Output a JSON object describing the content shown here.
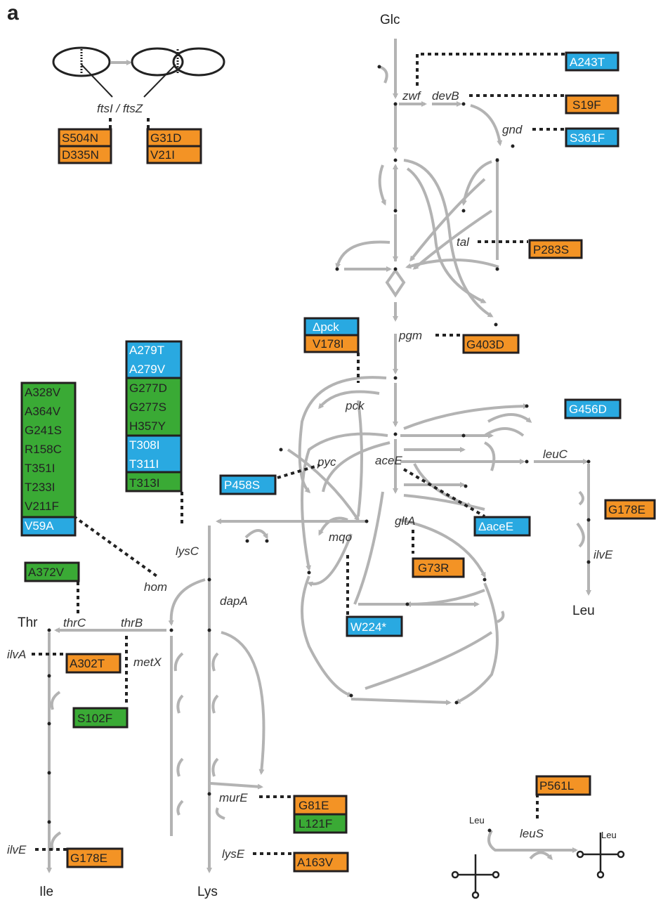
{
  "panel_label": "a",
  "colors": {
    "orange": "#f39325",
    "blue": "#29a9e1",
    "green": "#3aaa35",
    "pathway_gray": "#b3b3b3",
    "outline": "#231f20"
  },
  "metabolites": {
    "glc": "Glc",
    "thr": "Thr",
    "ile": "Ile",
    "lys": "Lys",
    "leu": "Leu",
    "trna_leu_1": "Leu",
    "trna_leu_2": "Leu"
  },
  "genes": {
    "ftsi_ftsz": "ftsI / ftsZ",
    "zwf": "zwf",
    "devb": "devB",
    "gnd": "gnd",
    "tal": "tal",
    "pgm": "pgm",
    "pck": "pck",
    "pyc": "pyc",
    "acee": "aceE",
    "leuc": "leuC",
    "glta": "gltA",
    "ilve_right": "ilvE",
    "mqo": "mqo",
    "lysc": "lysC",
    "hom": "hom",
    "dapa": "dapA",
    "thrc": "thrC",
    "thrb": "thrB",
    "ilva": "ilvA",
    "metx": "metX",
    "mure": "murE",
    "lyse": "lysE",
    "ilve_left": "ilvE",
    "leus": "leuS"
  },
  "mutations": {
    "ftsI": [
      "S504N",
      "D335N"
    ],
    "ftsZ": [
      "G31D",
      "V21I"
    ],
    "zwf": [
      "A243T"
    ],
    "devB": [
      "S19F"
    ],
    "gnd": [
      "S361F"
    ],
    "tal": [
      "P283S"
    ],
    "pgm": [
      "G403D"
    ],
    "pck": [
      "Δpck",
      "V178I"
    ],
    "lysC": [
      "A279T",
      "A279V",
      "G277D",
      "G277S",
      "H357Y",
      "T308I",
      "T311I",
      "T313I"
    ],
    "hom": [
      "A328V",
      "A364V",
      "G241S",
      "R158C",
      "T351I",
      "T233I",
      "V211F",
      "V59A"
    ],
    "pyc": [
      "P458S"
    ],
    "aceE": [
      "ΔaceE"
    ],
    "unlinked": [
      "G456D"
    ],
    "gltA": [
      "G73R"
    ],
    "ilvE_right": [
      "G178E"
    ],
    "mqo": [
      "W224*"
    ],
    "thrC": [
      "A372V"
    ],
    "ilvA": [
      "A302T"
    ],
    "thrB": [
      "S102F"
    ],
    "murE": [
      "G81E",
      "L121F"
    ],
    "lysE": [
      "A163V"
    ],
    "ilvE_left": [
      "G178E"
    ],
    "leuS": [
      "P561L"
    ]
  }
}
